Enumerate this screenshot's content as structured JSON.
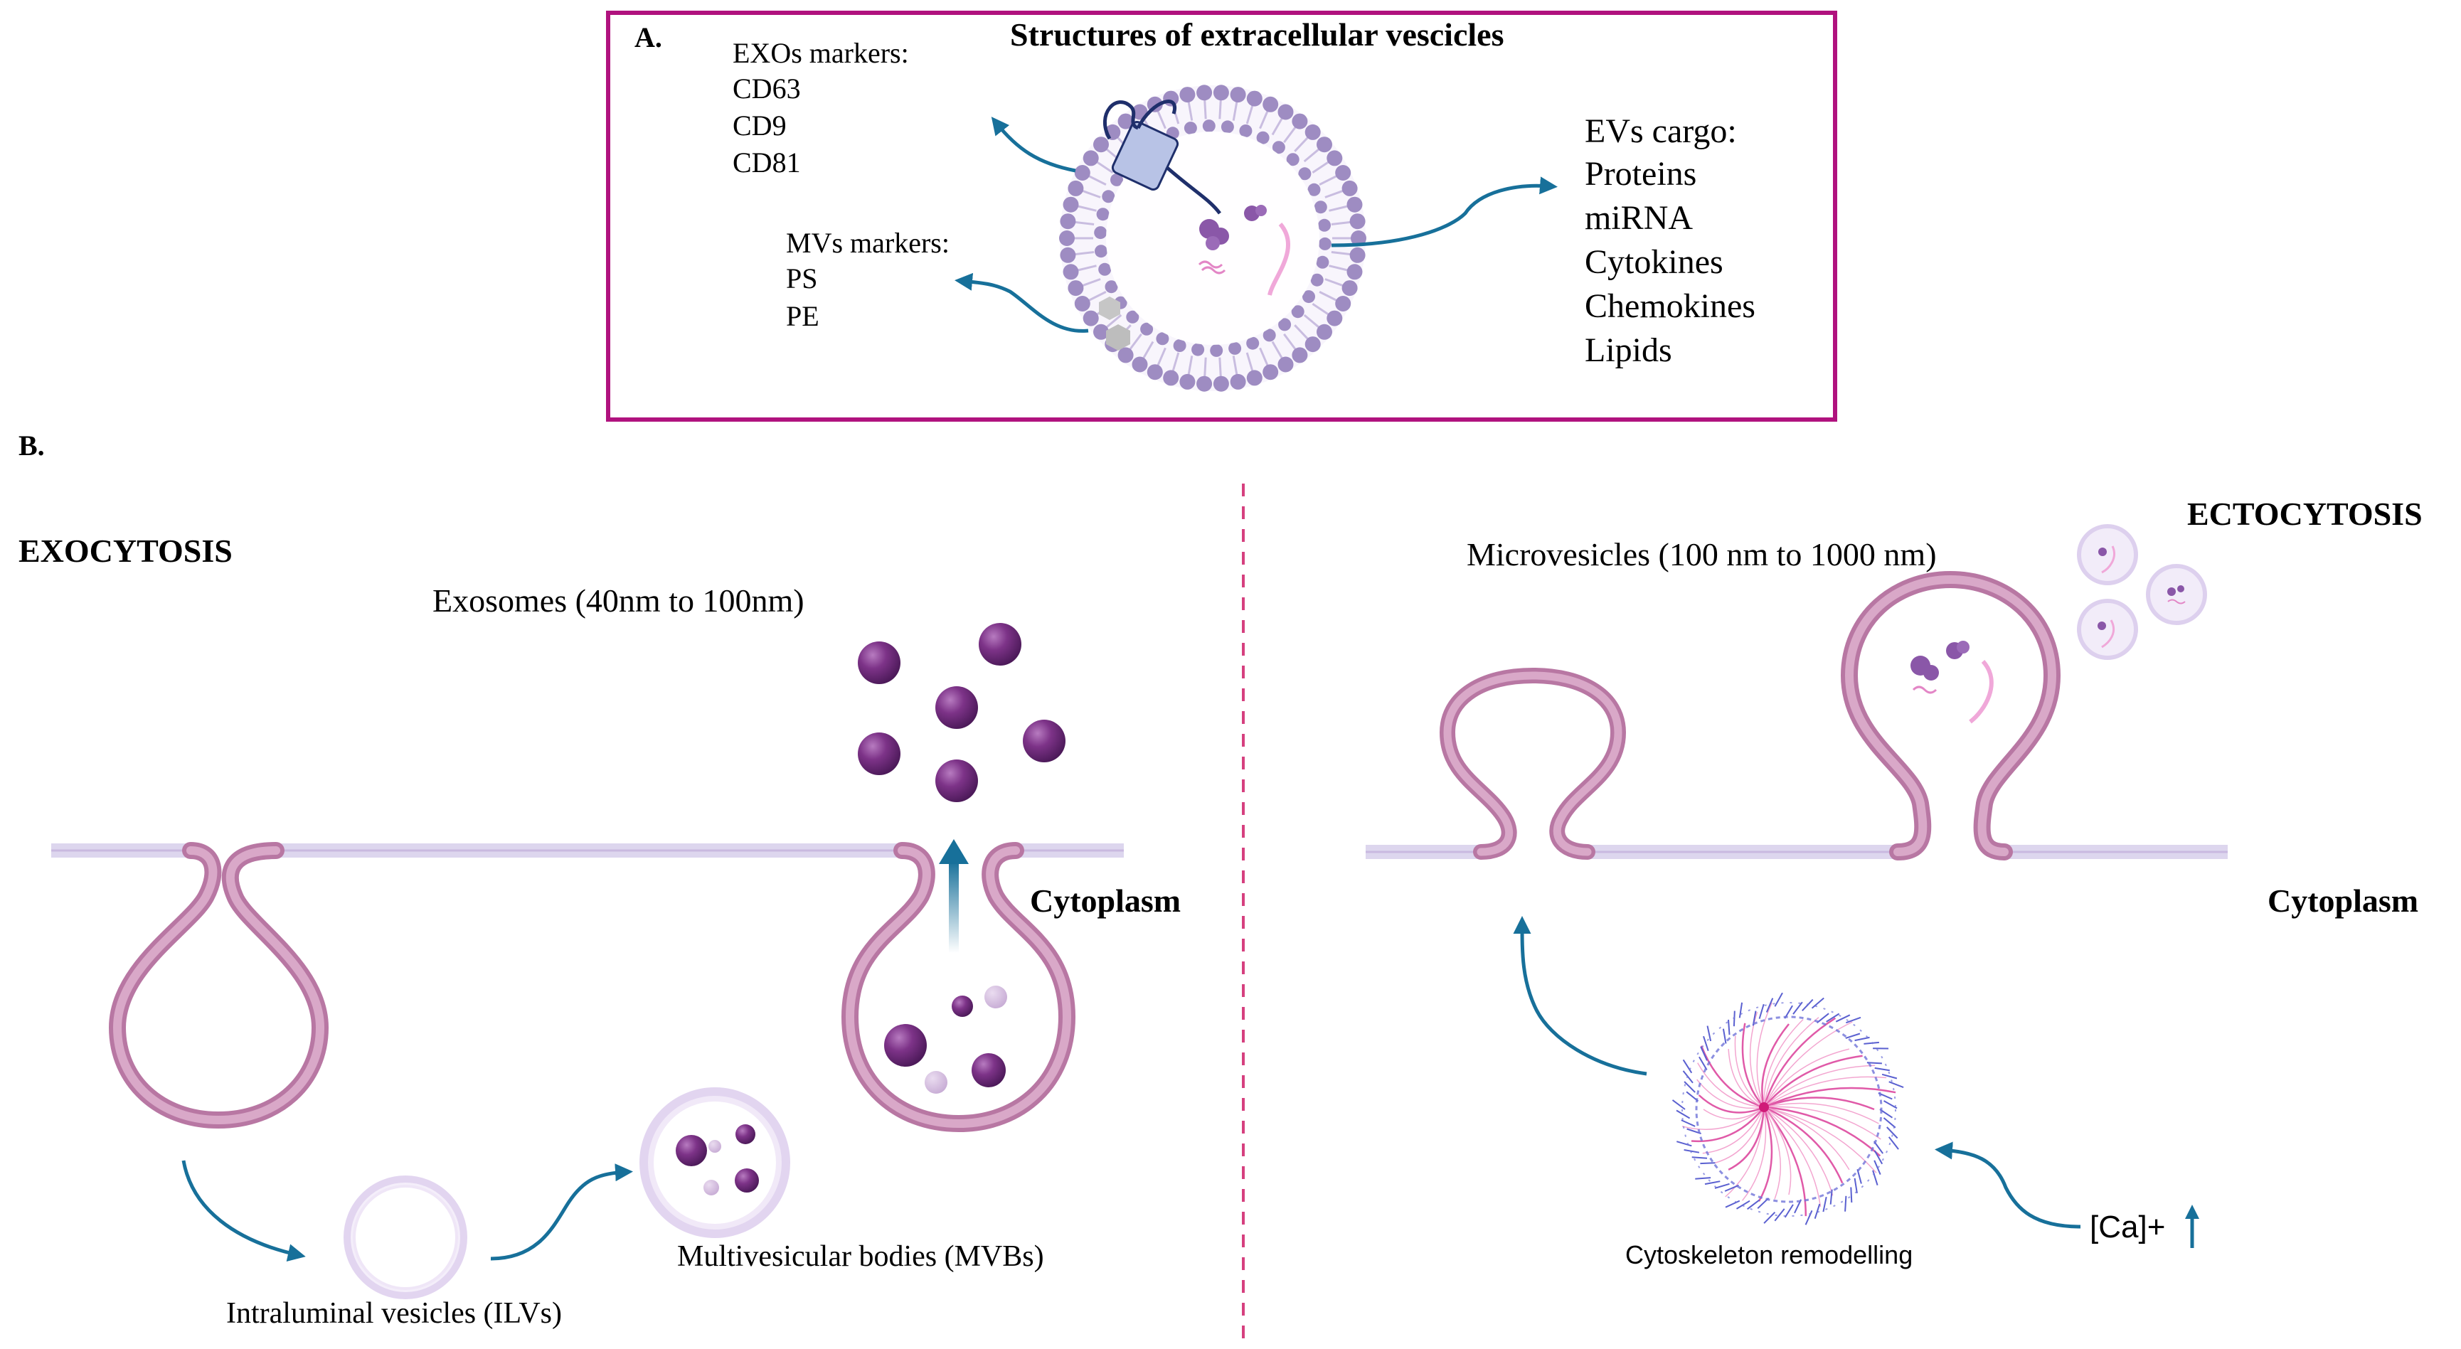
{
  "panel_a": {
    "letter": "A.",
    "title": "Structures of extracellular vescicles",
    "exo_markers": {
      "heading": "EXOs markers:",
      "items": [
        "CD63",
        "CD9",
        "CD81"
      ]
    },
    "mv_markers": {
      "heading": "MVs markers:",
      "items": [
        "PS",
        "PE"
      ]
    },
    "cargo": {
      "heading": "EVs cargo:",
      "items": [
        "Proteins",
        "miRNA",
        "Cytokines",
        "Chemokines",
        "Lipids"
      ]
    }
  },
  "panel_b": {
    "letter": "B.",
    "exocytosis": {
      "title": "EXOCYTOSIS",
      "exosomes_label": "Exosomes (40nm to 100nm)",
      "cytoplasm_label": "Cytoplasm",
      "mvb_label": "Multivesicular bodies (MVBs)",
      "ilv_label": "Intraluminal vesicles (ILVs)"
    },
    "ectocytosis": {
      "title": "ECTOCYTOSIS",
      "microvesicles_label": "Microvesicles  (100 nm to 1000 nm)",
      "cytoplasm_label": "Cytoplasm",
      "remodelling_label": "Cytoskeleton remodelling",
      "calcium_label": "[Ca]+"
    }
  },
  "colors": {
    "frame": "#b0127e",
    "membrane": "#c98db6",
    "membrane_line": "#ddd6ee",
    "vesicle": "#6d2a78",
    "arrow": "#17709a",
    "lipid": "#9e8cc2",
    "divider": "#d6407f"
  }
}
